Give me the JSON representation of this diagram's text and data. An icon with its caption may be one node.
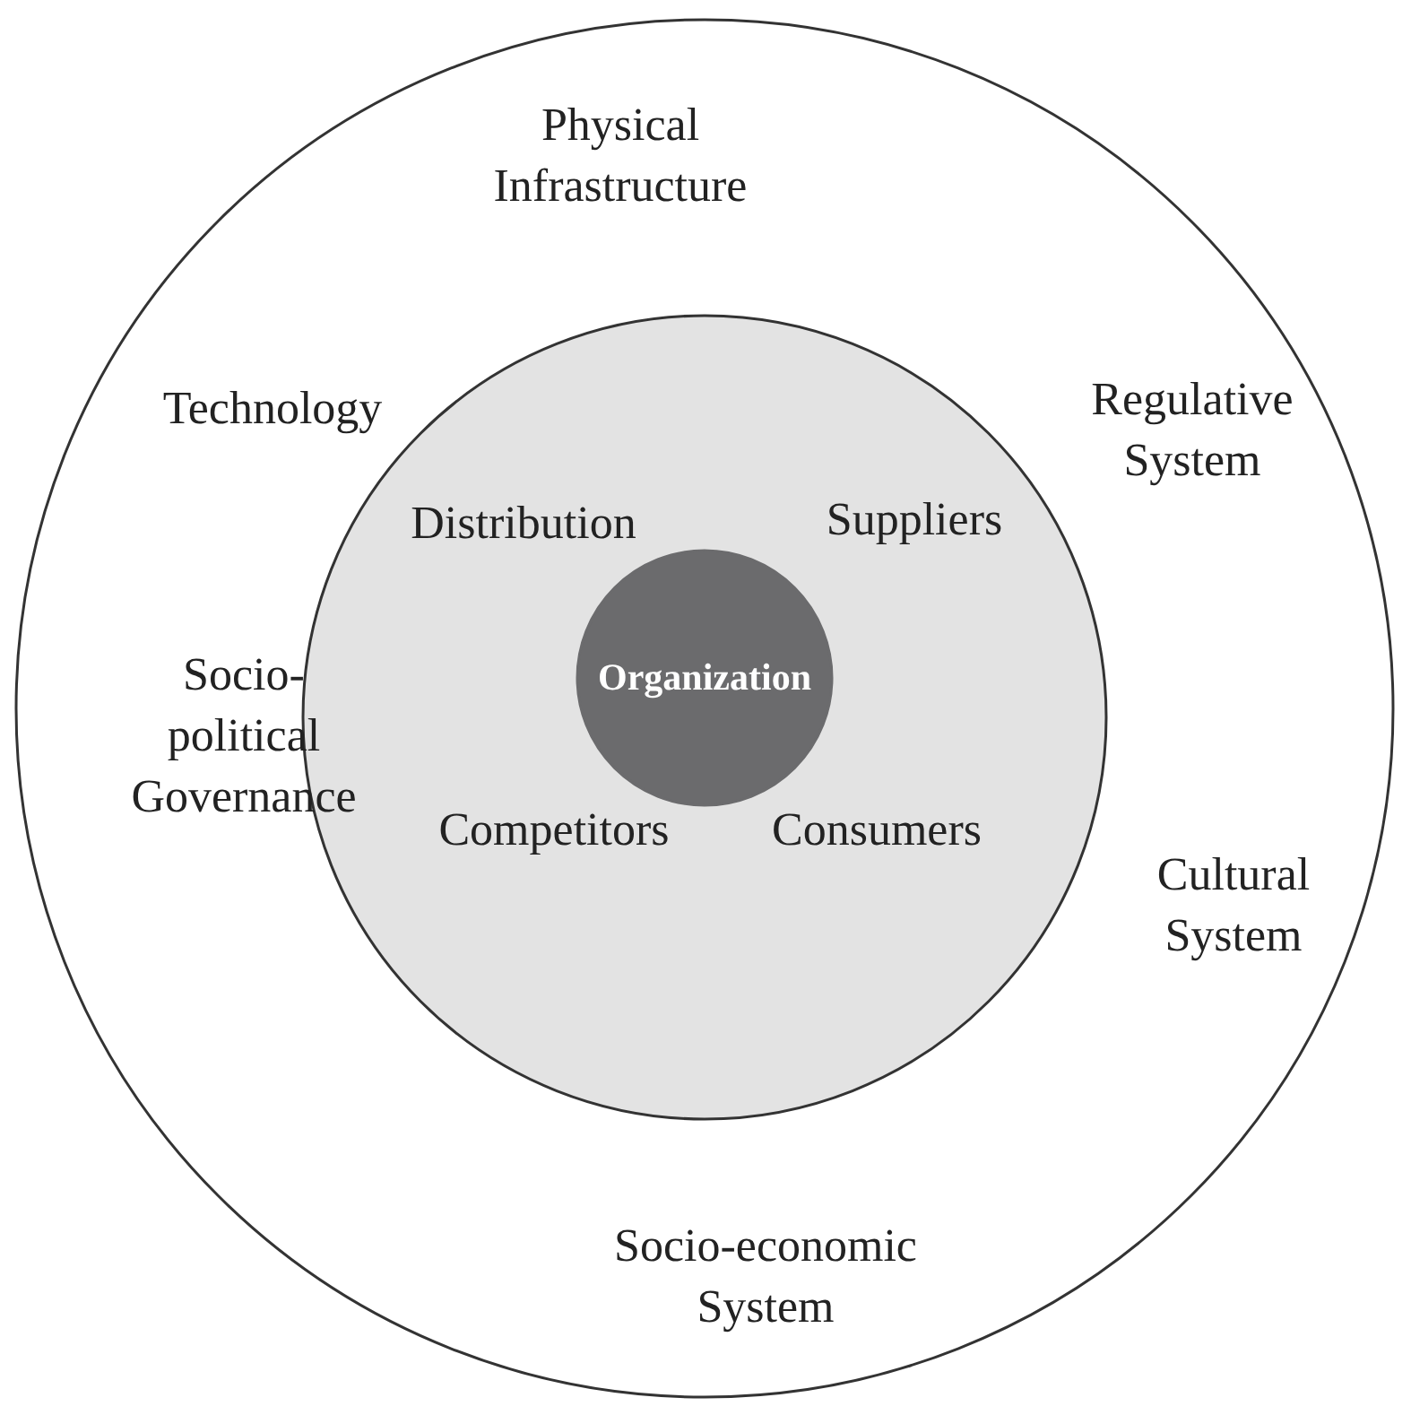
{
  "diagram": {
    "nodes": [
      {
        "text": [
          "Physical Infrastructure",
          "Technology",
          "Regulative System",
          "Socio-political Governance",
          "Cultural System",
          "Socio-economic System"
        ]
      },
      {
        "text": [
          "Distribution",
          "Suppliers",
          "Competitors",
          "Consumers"
        ],
        "in": 0
      },
      {
        "text": [
          "Organization"
        ],
        "in": 1
      }
    ]
  }
}
